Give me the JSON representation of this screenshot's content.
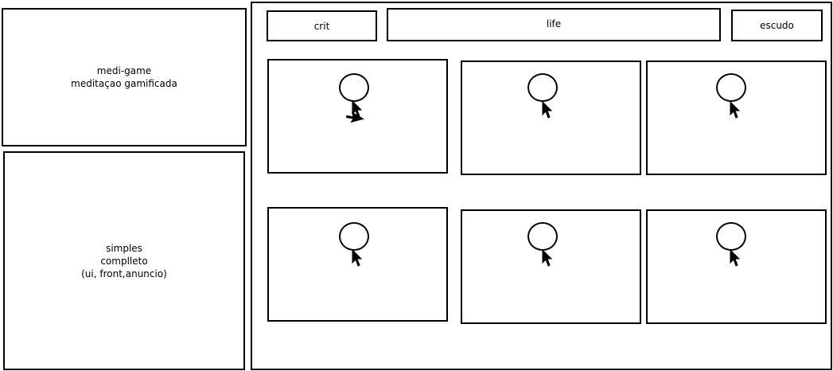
{
  "intro": {
    "title_line1": "medi-game",
    "title_line2": "meditaçao gamificada"
  },
  "scope": {
    "line1": "simples",
    "line2": "complleto",
    "line3": "(ui, front,anuncio)"
  },
  "hud": {
    "crit_label": "crit",
    "life_label": "life",
    "shield_label": "escudo"
  },
  "cards": [
    {
      "icons": [
        "circle-icon",
        "cursor-icon",
        "cursor-icon"
      ]
    },
    {
      "icons": [
        "circle-icon",
        "cursor-icon"
      ]
    },
    {
      "icons": [
        "circle-icon",
        "cursor-icon"
      ]
    },
    {
      "icons": [
        "circle-icon",
        "cursor-icon"
      ]
    },
    {
      "icons": [
        "circle-icon",
        "cursor-icon"
      ]
    },
    {
      "icons": [
        "circle-icon",
        "cursor-icon"
      ]
    }
  ]
}
